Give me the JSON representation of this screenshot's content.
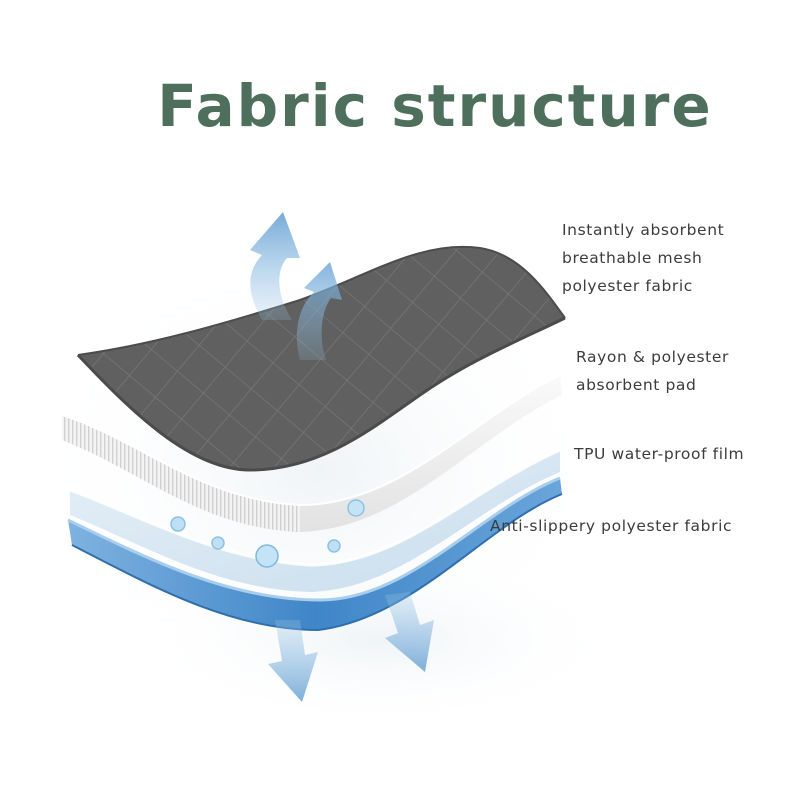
{
  "title": "Fabric structure",
  "layers": [
    {
      "lines": [
        "Instantly absorbent",
        "breathable mesh",
        "polyester fabric"
      ]
    },
    {
      "lines": [
        "Rayon & polyester",
        "absorbent pad"
      ]
    },
    {
      "lines": [
        "TPU water-proof film"
      ]
    },
    {
      "lines": [
        "Anti-slippery polyester fabric"
      ]
    }
  ],
  "colors": {
    "title": "#4e6f5c",
    "top_fabric": "#5f605f",
    "pad": "#f2f2f2",
    "film": "#d6e6f2",
    "bottom_fabric": "#4f92cf",
    "arrows": "#8ab8dc"
  }
}
